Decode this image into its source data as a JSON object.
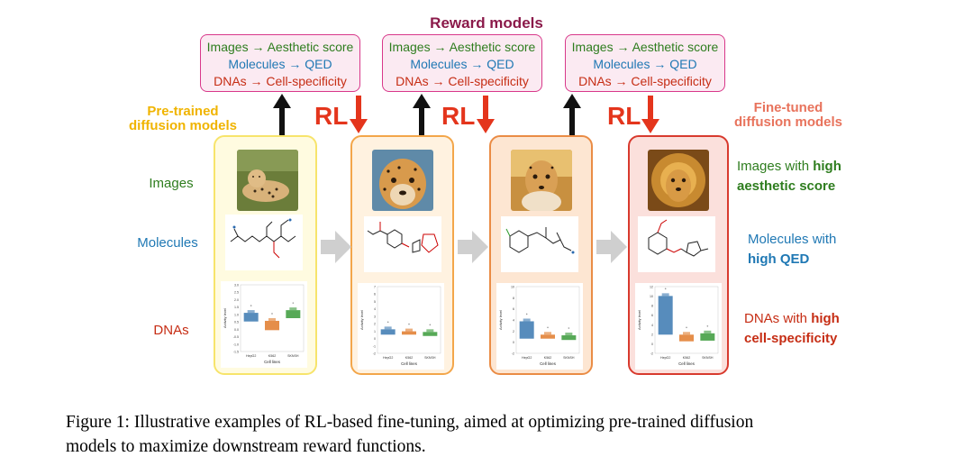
{
  "reward_section": {
    "title": "Reward models",
    "boxes": [
      {
        "line1": "Images → Aesthetic score",
        "line2": "Molecules → QED",
        "line3": "DNAs → Cell-specificity"
      },
      {
        "line1": "Images → Aesthetic score",
        "line2": "Molecules → QED",
        "line3": "DNAs → Cell-specificity"
      },
      {
        "line1": "Images → Aesthetic score",
        "line2": "Molecules → QED",
        "line3": "DNAs → Cell-specificity"
      }
    ]
  },
  "stages": {
    "pretrained_label_line1": "Pre-trained",
    "pretrained_label_line2": "diffusion models",
    "finetuned_label_line1": "Fine-tuned",
    "finetuned_label_line2": "diffusion models",
    "rl_label": "RL"
  },
  "row_labels": {
    "images": "Images",
    "molecules": "Molecules",
    "dnas": "DNAs"
  },
  "right_labels": {
    "images_prefix": "Images with ",
    "images_bold1": "high",
    "images_bold2": "aesthetic score",
    "molecules_prefix": "Molecules with",
    "molecules_bold": "high QED",
    "dnas_prefix": "DNAs with ",
    "dnas_bold1": "high",
    "dnas_bold2": "cell-specificity"
  },
  "plots": {
    "xlabel": "Cell lines",
    "ylabel": "Activity level",
    "categories": [
      "HepG2",
      "K562",
      "SKNSH"
    ],
    "plot1_yticks": [
      "3.0",
      "2.5",
      "2.0",
      "1.5",
      "1.0",
      "0.5",
      "0.0",
      "-0.5",
      "-1.0",
      "-1.5"
    ],
    "plot2_yticks": [
      "7",
      "6",
      "5",
      "4",
      "3",
      "2",
      "1",
      "0",
      "-1",
      "-2"
    ],
    "plot3_yticks": [
      "10",
      "8",
      "6",
      "4",
      "2",
      "0",
      "-2"
    ],
    "plot4_yticks": [
      "12",
      "10",
      "8",
      "6",
      "4",
      "2",
      "0",
      "-2"
    ]
  },
  "caption": {
    "line1": "Figure 1:  Illustrative examples of RL-based fine-tuning, aimed at optimizing pre-trained diffusion",
    "line2": "models to maximize downstream reward functions."
  },
  "colors": {
    "reward_title": "#8b1a4a",
    "green": "#2e7d1e",
    "blue": "#1f78b4",
    "red": "#c62d14",
    "pretrained": "#f0b400",
    "finetuned": "#e8735c",
    "rl_arrow": "#e4351c"
  }
}
